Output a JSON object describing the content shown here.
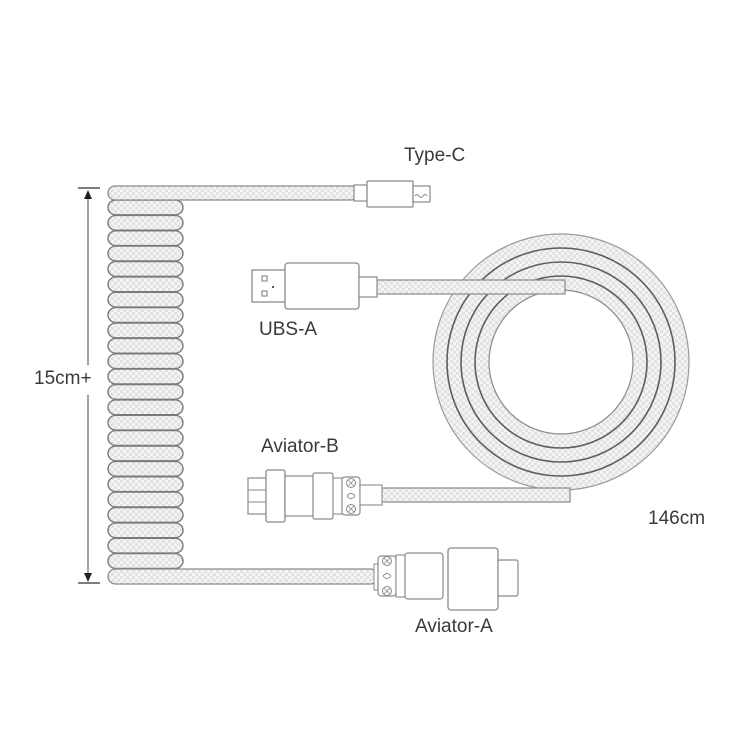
{
  "diagram": {
    "title": "Coiled keyboard cable diagram",
    "labels": {
      "type_c": "Type-C",
      "usb_a": "UBS-A",
      "aviator_b": "Aviator-B",
      "aviator_a": "Aviator-A",
      "coil_length": "15cm+",
      "cable_length": "146cm"
    },
    "coil": {
      "loops": 26
    },
    "spiral": {
      "turns": 4
    },
    "colors": {
      "outline": "#8a8a8a",
      "dark_outline": "#6e6e6e",
      "fill_pattern": "#e6e6e6",
      "text": "#3a3a3a",
      "background": "#ffffff"
    }
  }
}
